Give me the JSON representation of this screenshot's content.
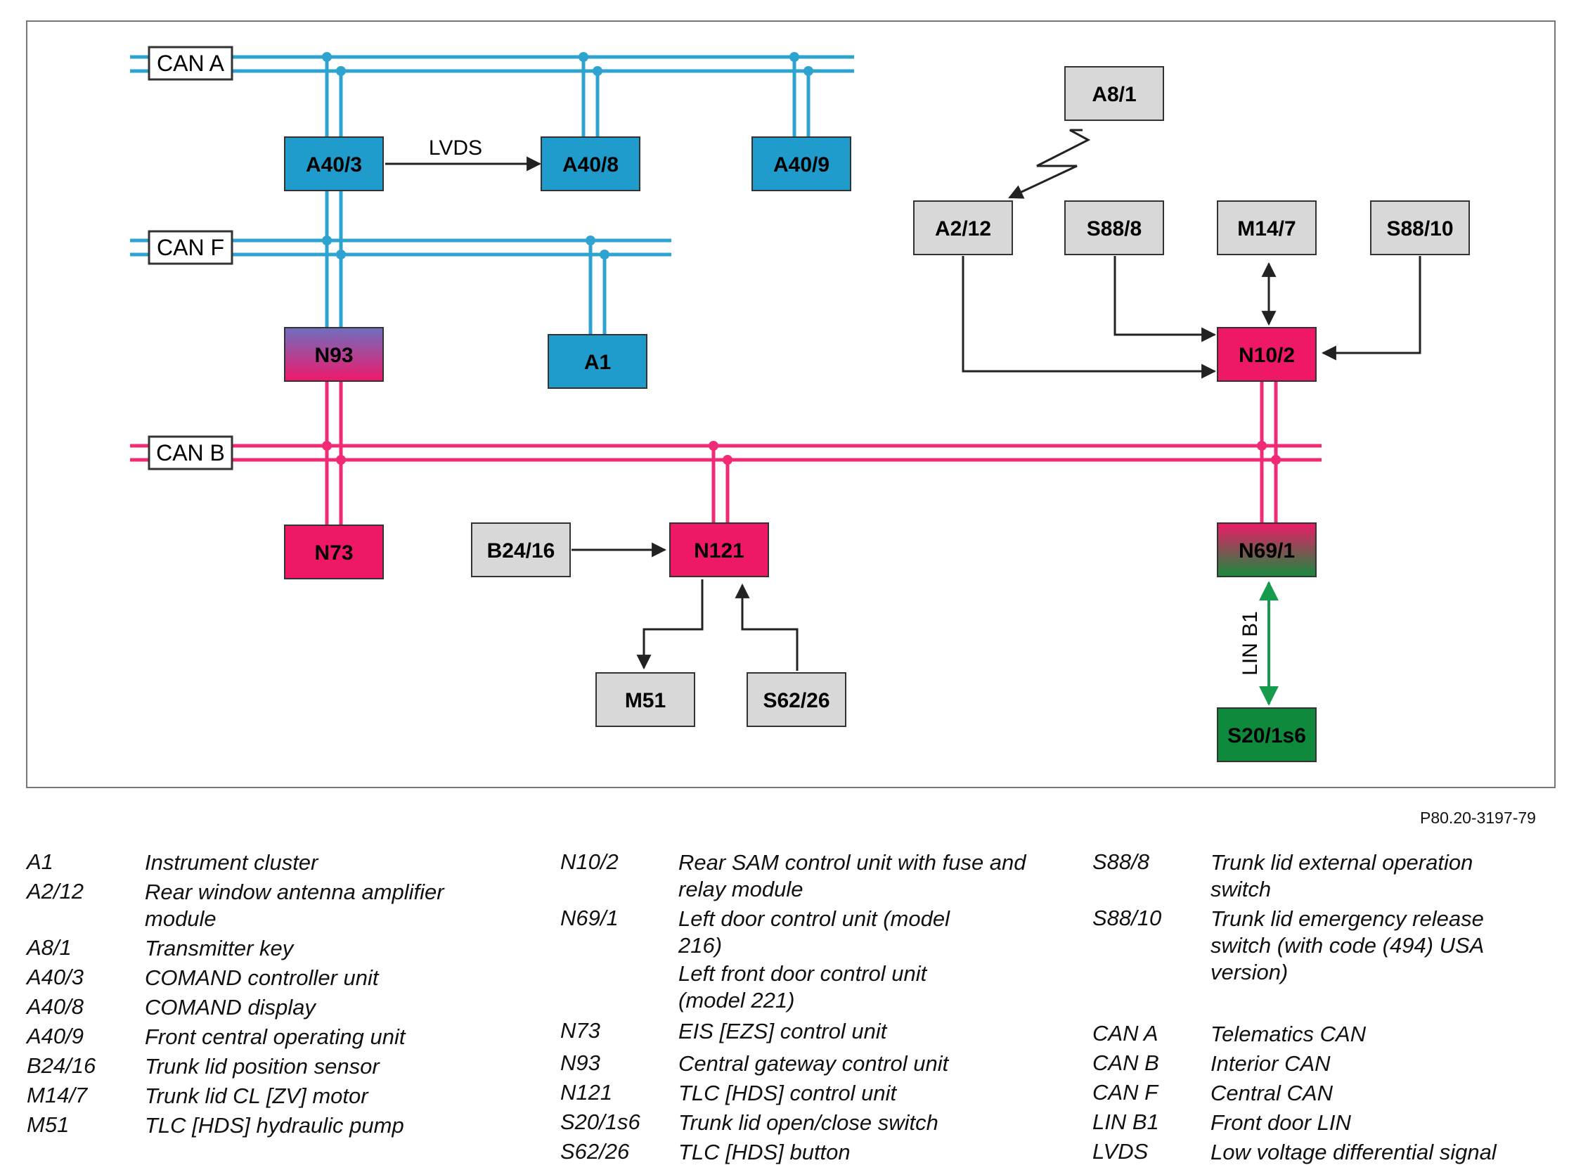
{
  "diagram": {
    "buses": {
      "can_a": "CAN A",
      "can_f": "CAN F",
      "can_b": "CAN B"
    },
    "signals": {
      "lvds": "LVDS",
      "lin_b1": "LIN B1"
    },
    "nodes": {
      "a40_3": "A40/3",
      "a40_8": "A40/8",
      "a40_9": "A40/9",
      "n93": "N93",
      "a1": "A1",
      "n73": "N73",
      "b24_16": "B24/16",
      "n121": "N121",
      "m51": "M51",
      "s62_26": "S62/26",
      "a8_1": "A8/1",
      "a2_12": "A2/12",
      "s88_8": "S88/8",
      "m14_7": "M14/7",
      "s88_10": "S88/10",
      "n10_2": "N10/2",
      "n69_1": "N69/1",
      "s20_1s6": "S20/1s6"
    },
    "colors": {
      "can_blue": "#2ea3cf",
      "node_blue": "#1f9ccb",
      "can_pink": "#f02a74",
      "node_pink": "#ef1866",
      "node_grey": "#d8d8d8",
      "node_green": "#0f8a3c",
      "n93_top": "#7e5fb0"
    }
  },
  "reference": "P80.20-3197-79",
  "legend": {
    "col1": [
      {
        "code": "A1",
        "desc": "Instrument cluster"
      },
      {
        "code": "A2/12",
        "desc": "Rear window antenna amplifier module"
      },
      {
        "code": "A8/1",
        "desc": "Transmitter key"
      },
      {
        "code": "A40/3",
        "desc": "COMAND controller unit"
      },
      {
        "code": "A40/8",
        "desc": "COMAND display"
      },
      {
        "code": "A40/9",
        "desc": "Front central operating unit"
      },
      {
        "code": "B24/16",
        "desc": "Trunk lid position sensor"
      },
      {
        "code": "M14/7",
        "desc": "Trunk lid CL [ZV] motor"
      },
      {
        "code": "M51",
        "desc": "TLC [HDS] hydraulic pump"
      }
    ],
    "col2": [
      {
        "code": "N10/2",
        "desc": "Rear SAM control unit with fuse and relay module"
      },
      {
        "code": "N69/1",
        "desc": "Left door control unit (model 216)"
      },
      {
        "code": "",
        "desc": "Left front door control unit (model 221)"
      },
      {
        "code": "N73",
        "desc": "EIS [EZS] control unit"
      },
      {
        "code": "N93",
        "desc": "Central gateway control unit"
      },
      {
        "code": "N121",
        "desc": "TLC [HDS] control unit"
      },
      {
        "code": "S20/1s6",
        "desc": "Trunk lid open/close switch"
      },
      {
        "code": "S62/26",
        "desc": "TLC [HDS] button"
      }
    ],
    "col3": [
      {
        "code": "S88/8",
        "desc": "Trunk lid external operation switch"
      },
      {
        "code": "S88/10",
        "desc": "Trunk lid emergency release switch (with code (494) USA version)"
      },
      {
        "code": "CAN A",
        "desc": "Telematics CAN"
      },
      {
        "code": "CAN B",
        "desc": "Interior CAN"
      },
      {
        "code": "CAN F",
        "desc": "Central CAN"
      },
      {
        "code": "LIN B1",
        "desc": "Front door LIN"
      },
      {
        "code": "LVDS",
        "desc": "Low voltage differential signal"
      }
    ]
  }
}
